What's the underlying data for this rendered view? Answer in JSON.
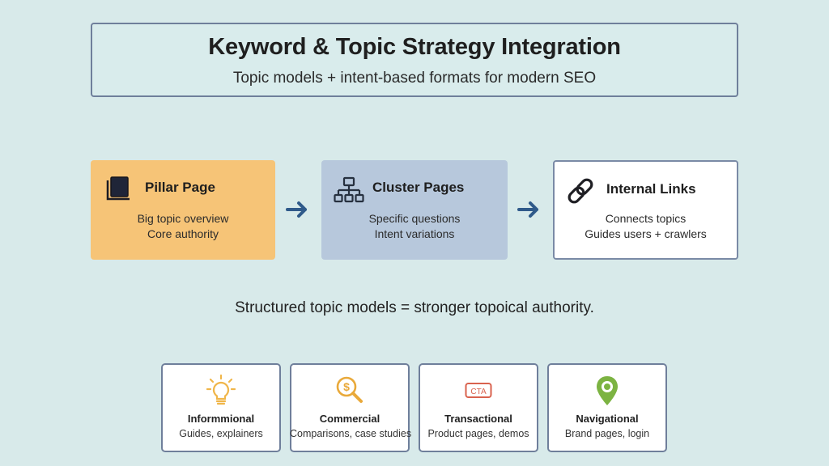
{
  "header": {
    "title": "Keyword & Topic Strategy Integration",
    "subtitle": "Topic models + intent-based formats for modern SEO"
  },
  "flow": {
    "cards": [
      {
        "title": "Pillar Page",
        "icon": "book-icon",
        "lines": [
          "Big topic overview",
          "Core authority"
        ],
        "color": "#f6c477"
      },
      {
        "title": "Cluster Pages",
        "icon": "sitemap-icon",
        "lines": [
          "Specific questions",
          "Intent variations"
        ],
        "color": "#b7c8dc"
      },
      {
        "title": "Internal Links",
        "icon": "chain-link-icon",
        "lines": [
          "Connects topics",
          "Guides users + crawlers"
        ],
        "color": "#ffffff"
      }
    ],
    "arrow_color": "#2f5a8a"
  },
  "summary": "Structured topic models = stronger topoical authority.",
  "intents": [
    {
      "title": "Informmional",
      "desc": "Guides, explainers",
      "icon": "lightbulb-icon",
      "color": "#f0b64a"
    },
    {
      "title": "Commercial",
      "desc": "Comparisons, case studies",
      "icon": "dollar-magnifier-icon",
      "color": "#e9a93a"
    },
    {
      "title": "Transactional",
      "desc": "Product pages, demos",
      "icon": "cta-button-icon",
      "icon_text": "CTA",
      "color": "#d9624e"
    },
    {
      "title": "Navigational",
      "desc": "Brand pages, login",
      "icon": "map-pin-icon",
      "color": "#7cb342"
    }
  ]
}
